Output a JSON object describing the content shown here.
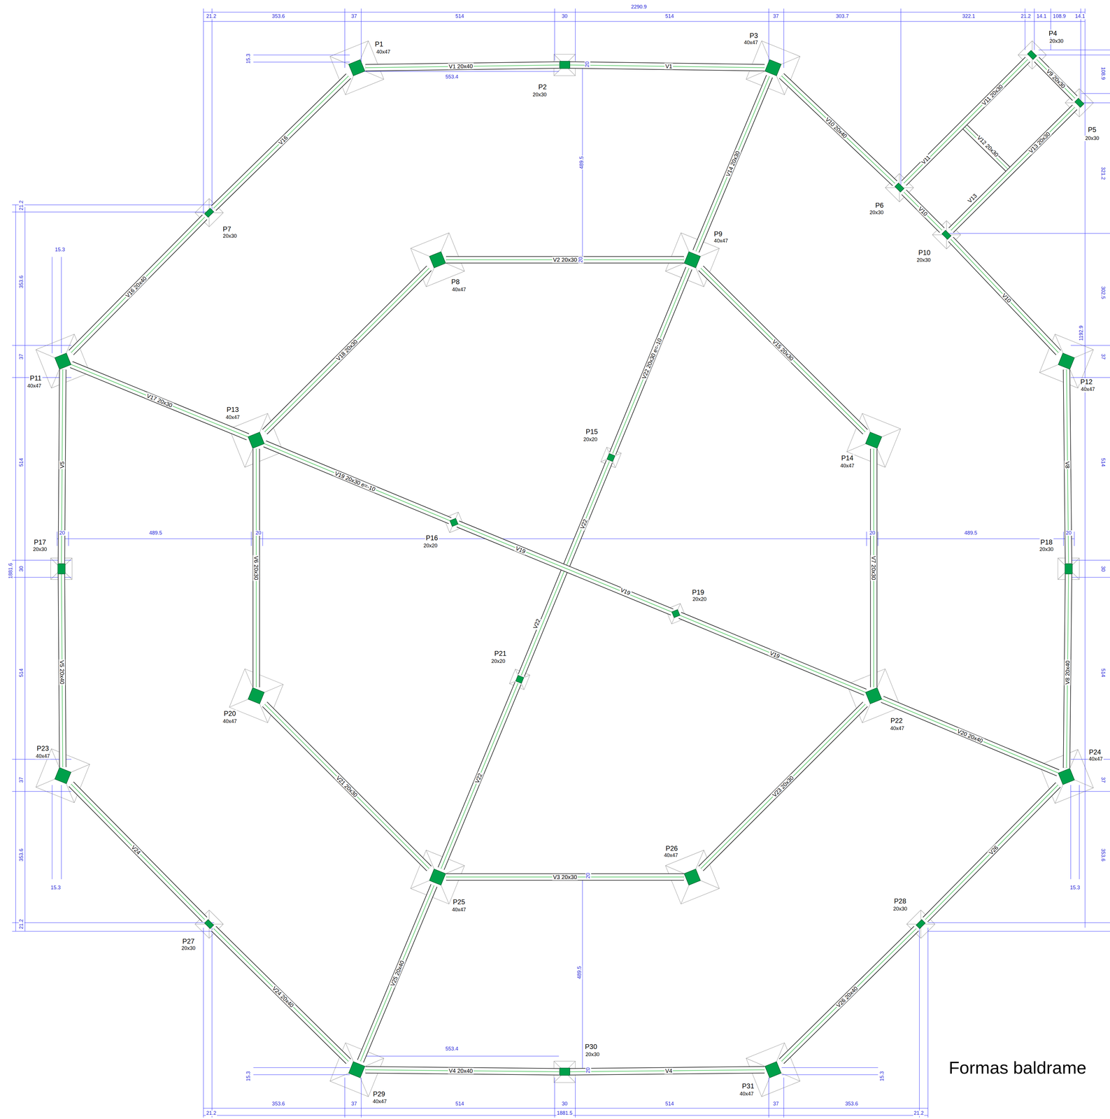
{
  "diagram": {
    "title": "Formas baldrame",
    "nodes": [
      {
        "text": [
          "P1",
          "40x47"
        ]
      },
      {
        "text": [
          "P2",
          "20x30"
        ]
      },
      {
        "text": [
          "P3",
          "40x47"
        ]
      },
      {
        "text": [
          "P4",
          "20x30"
        ]
      },
      {
        "text": [
          "P5",
          "20x30"
        ]
      },
      {
        "text": [
          "P6",
          "20x30"
        ]
      },
      {
        "text": [
          "P7",
          "20x30"
        ]
      },
      {
        "text": [
          "P8",
          "40x47"
        ]
      },
      {
        "text": [
          "P9",
          "40x47"
        ]
      },
      {
        "text": [
          "P10",
          "20x30"
        ]
      },
      {
        "text": [
          "P11",
          "40x47"
        ]
      },
      {
        "text": [
          "P12",
          "40x47"
        ]
      },
      {
        "text": [
          "P13",
          "40x47"
        ]
      },
      {
        "text": [
          "P14",
          "40x47"
        ]
      },
      {
        "text": [
          "P15",
          "20x20"
        ]
      },
      {
        "text": [
          "P16",
          "20x20"
        ]
      },
      {
        "text": [
          "P17",
          "20x30"
        ]
      },
      {
        "text": [
          "P18",
          "20x30"
        ]
      },
      {
        "text": [
          "P19",
          "20x20"
        ]
      },
      {
        "text": [
          "P20",
          "40x47"
        ]
      },
      {
        "text": [
          "P21",
          "20x20"
        ]
      },
      {
        "text": [
          "P22",
          "40x47"
        ]
      },
      {
        "text": [
          "P23",
          "40x47"
        ]
      },
      {
        "text": [
          "P24",
          "40x47"
        ]
      },
      {
        "text": [
          "P25",
          "40x47"
        ]
      },
      {
        "text": [
          "P26",
          "40x47"
        ]
      },
      {
        "text": [
          "P27",
          "20x30"
        ]
      },
      {
        "text": [
          "P28",
          "20x30"
        ]
      },
      {
        "text": [
          "P29",
          "40x47"
        ]
      },
      {
        "text": [
          "P30",
          "20x30"
        ]
      },
      {
        "text": [
          "P31",
          "40x47"
        ]
      }
    ],
    "edges": [
      {
        "from": 0,
        "to": 1,
        "arrow": "none",
        "label": "V1 20x40"
      },
      {
        "from": 1,
        "to": 2,
        "arrow": "none",
        "label": "V1"
      },
      {
        "from": 2,
        "to": 5,
        "arrow": "none",
        "label": "V10 20x40"
      },
      {
        "from": 5,
        "to": 9,
        "arrow": "none",
        "label": "V10"
      },
      {
        "from": 9,
        "to": 11,
        "arrow": "none",
        "label": "V10"
      },
      {
        "from": 5,
        "to": 3,
        "arrow": "none",
        "label": "V11 20x30"
      },
      {
        "from": 3,
        "to": 4,
        "arrow": "none",
        "label": "V9 20x30"
      },
      {
        "from": 9,
        "to": 4,
        "arrow": "none",
        "label": "V13 20x30"
      },
      {
        "from": 0,
        "to": 6,
        "arrow": "none",
        "label": "V16"
      },
      {
        "from": 6,
        "to": 10,
        "arrow": "none",
        "label": "V16 20x40"
      },
      {
        "from": 2,
        "to": 8,
        "arrow": "none",
        "label": "V14 20x30"
      },
      {
        "from": 7,
        "to": 8,
        "arrow": "none",
        "label": "V2 20x30"
      },
      {
        "from": 8,
        "to": 13,
        "arrow": "none",
        "label": "V15 20x30"
      },
      {
        "from": 8,
        "to": 14,
        "arrow": "none",
        "label": "V22 20x30 e=-10"
      },
      {
        "from": 14,
        "to": 20,
        "arrow": "none",
        "label": "V22"
      },
      {
        "from": 20,
        "to": 24,
        "arrow": "none",
        "label": "V22"
      },
      {
        "from": 10,
        "to": 12,
        "arrow": "none",
        "label": "V17 20x30"
      },
      {
        "from": 12,
        "to": 7,
        "arrow": "none",
        "label": "V18 20x30"
      },
      {
        "from": 12,
        "to": 15,
        "arrow": "none",
        "label": "V19 20x30 e=-10"
      },
      {
        "from": 15,
        "to": 18,
        "arrow": "none",
        "label": "V19"
      },
      {
        "from": 18,
        "to": 21,
        "arrow": "none",
        "label": "V19"
      },
      {
        "from": 10,
        "to": 16,
        "arrow": "none",
        "label": "V5"
      },
      {
        "from": 16,
        "to": 22,
        "arrow": "none",
        "label": "V5 20x40"
      },
      {
        "from": 12,
        "to": 19,
        "arrow": "none",
        "label": "V6 20x30"
      },
      {
        "from": 13,
        "to": 21,
        "arrow": "none",
        "label": "V7 20x30"
      },
      {
        "from": 11,
        "to": 17,
        "arrow": "none",
        "label": "V8"
      },
      {
        "from": 17,
        "to": 23,
        "arrow": "none",
        "label": "V8 20x40"
      },
      {
        "from": 21,
        "to": 23,
        "arrow": "none",
        "label": "V20 20x40"
      },
      {
        "from": 19,
        "to": 24,
        "arrow": "none",
        "label": "V21 20x30"
      },
      {
        "from": 21,
        "to": 25,
        "arrow": "none",
        "label": "V23 20x30"
      },
      {
        "from": 24,
        "to": 25,
        "arrow": "none",
        "label": "V3 20x30"
      },
      {
        "from": 22,
        "to": 26,
        "arrow": "none",
        "label": "V24"
      },
      {
        "from": 26,
        "to": 28,
        "arrow": "none",
        "label": "V24 20x40"
      },
      {
        "from": 24,
        "to": 28,
        "arrow": "none",
        "label": "V25 20x40"
      },
      {
        "from": 23,
        "to": 27,
        "arrow": "none",
        "label": "V26"
      },
      {
        "from": 27,
        "to": 30,
        "arrow": "none",
        "label": "V26 20x40"
      },
      {
        "from": 28,
        "to": 29,
        "arrow": "none",
        "label": "V4 20x40"
      },
      {
        "from": 29,
        "to": 30,
        "arrow": "none",
        "label": "V4"
      }
    ],
    "labels": [
      "2290.9",
      "21.2",
      "353.6",
      "37",
      "514",
      "30",
      "514",
      "37",
      "303.7",
      "322.1",
      "21.2",
      "14.1",
      "108.9",
      "14.1",
      "15.3",
      "553.4",
      "20",
      "489.5",
      "20",
      "21.2",
      "353.6",
      "37",
      "514",
      "30",
      "514",
      "37",
      "353.6",
      "21.2",
      "1881.6",
      "15.3",
      "15.3",
      "20",
      "489.5",
      "20",
      "20",
      "489.5",
      "20",
      "1192.9",
      "108.9",
      "321.2",
      "302.5",
      "37",
      "514",
      "30",
      "514",
      "37",
      "353.6",
      "15.3",
      "20",
      "489.5",
      "553.4",
      "20",
      "15.3",
      "15.3",
      "21.2",
      "353.6",
      "37",
      "514",
      "30",
      "1881.5",
      "514",
      "37",
      "353.6",
      "21.2",
      "V11",
      "V12 20x30",
      "V13",
      "V19",
      "V22"
    ]
  }
}
